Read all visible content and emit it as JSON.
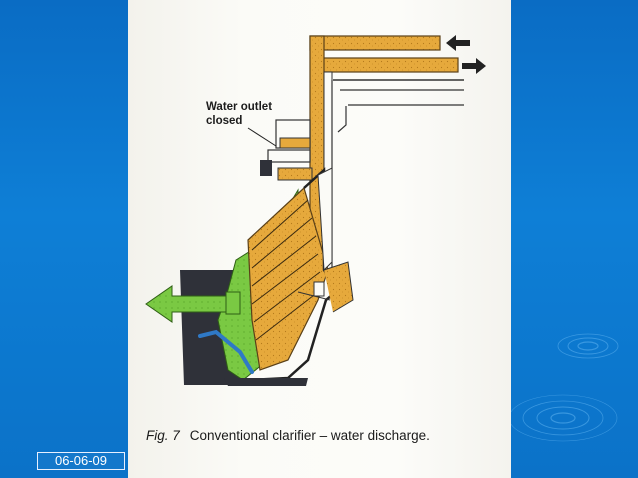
{
  "slide": {
    "background_color": "#0b74cc",
    "date": "06-06-09"
  },
  "figure": {
    "label_line1": "Water outlet",
    "label_line2": "closed",
    "caption_prefix": "Fig. 7",
    "caption_text": "Conventional clarifier – water discharge.",
    "colors": {
      "sludge": "#e6a93c",
      "water": "#7ac943",
      "housing": "#2f3139",
      "channel": "#2f79c6"
    },
    "icons": [
      "inlet-arrow-icon",
      "outlet-arrow-icon",
      "water-discharge-arrow-icon"
    ]
  }
}
